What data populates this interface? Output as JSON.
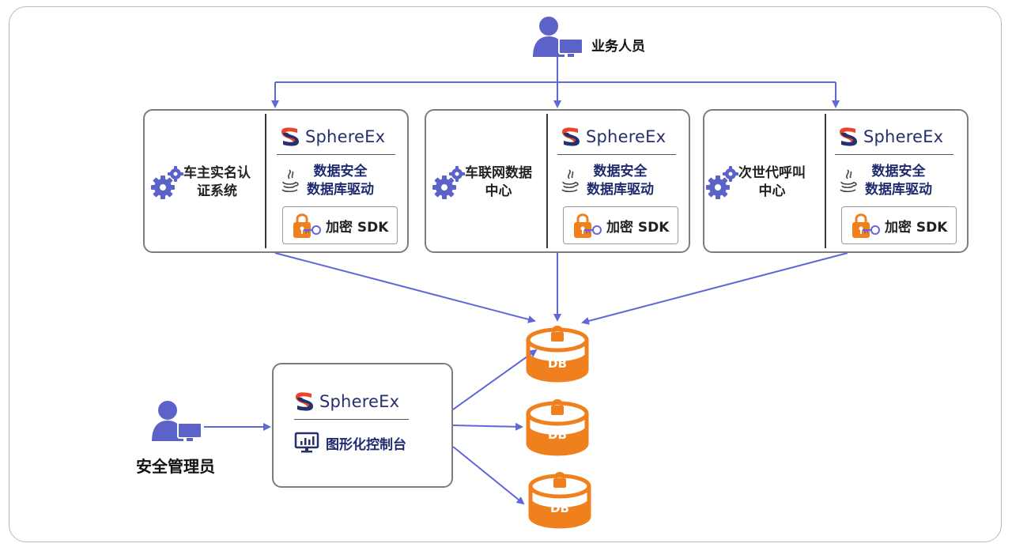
{
  "top_user": {
    "label": "业务人员"
  },
  "systems": [
    {
      "name_line1": "车主实名认",
      "name_line2": "证系统",
      "brand": "SphereEx",
      "driver_line1": "数据安全",
      "driver_line2": "数据库驱动",
      "sdk": "加密 SDK"
    },
    {
      "name_line1": "车联网数据",
      "name_line2": "中心",
      "brand": "SphereEx",
      "driver_line1": "数据安全",
      "driver_line2": "数据库驱动",
      "sdk": "加密 SDK"
    },
    {
      "name_line1": "次世代呼叫",
      "name_line2": "中心",
      "brand": "SphereEx",
      "driver_line1": "数据安全",
      "driver_line2": "数据库驱动",
      "sdk": "加密 SDK"
    }
  ],
  "admin": {
    "label": "安全管理员"
  },
  "console": {
    "brand": "SphereEx",
    "label": "图形化控制台"
  },
  "databases": [
    {
      "label": "DB"
    },
    {
      "label": "DB"
    },
    {
      "label": "DB"
    }
  ],
  "colors": {
    "accent": "#6068d8",
    "db": "#f07f1e",
    "person": "#5b62c8",
    "brand_text": "#27306b"
  }
}
